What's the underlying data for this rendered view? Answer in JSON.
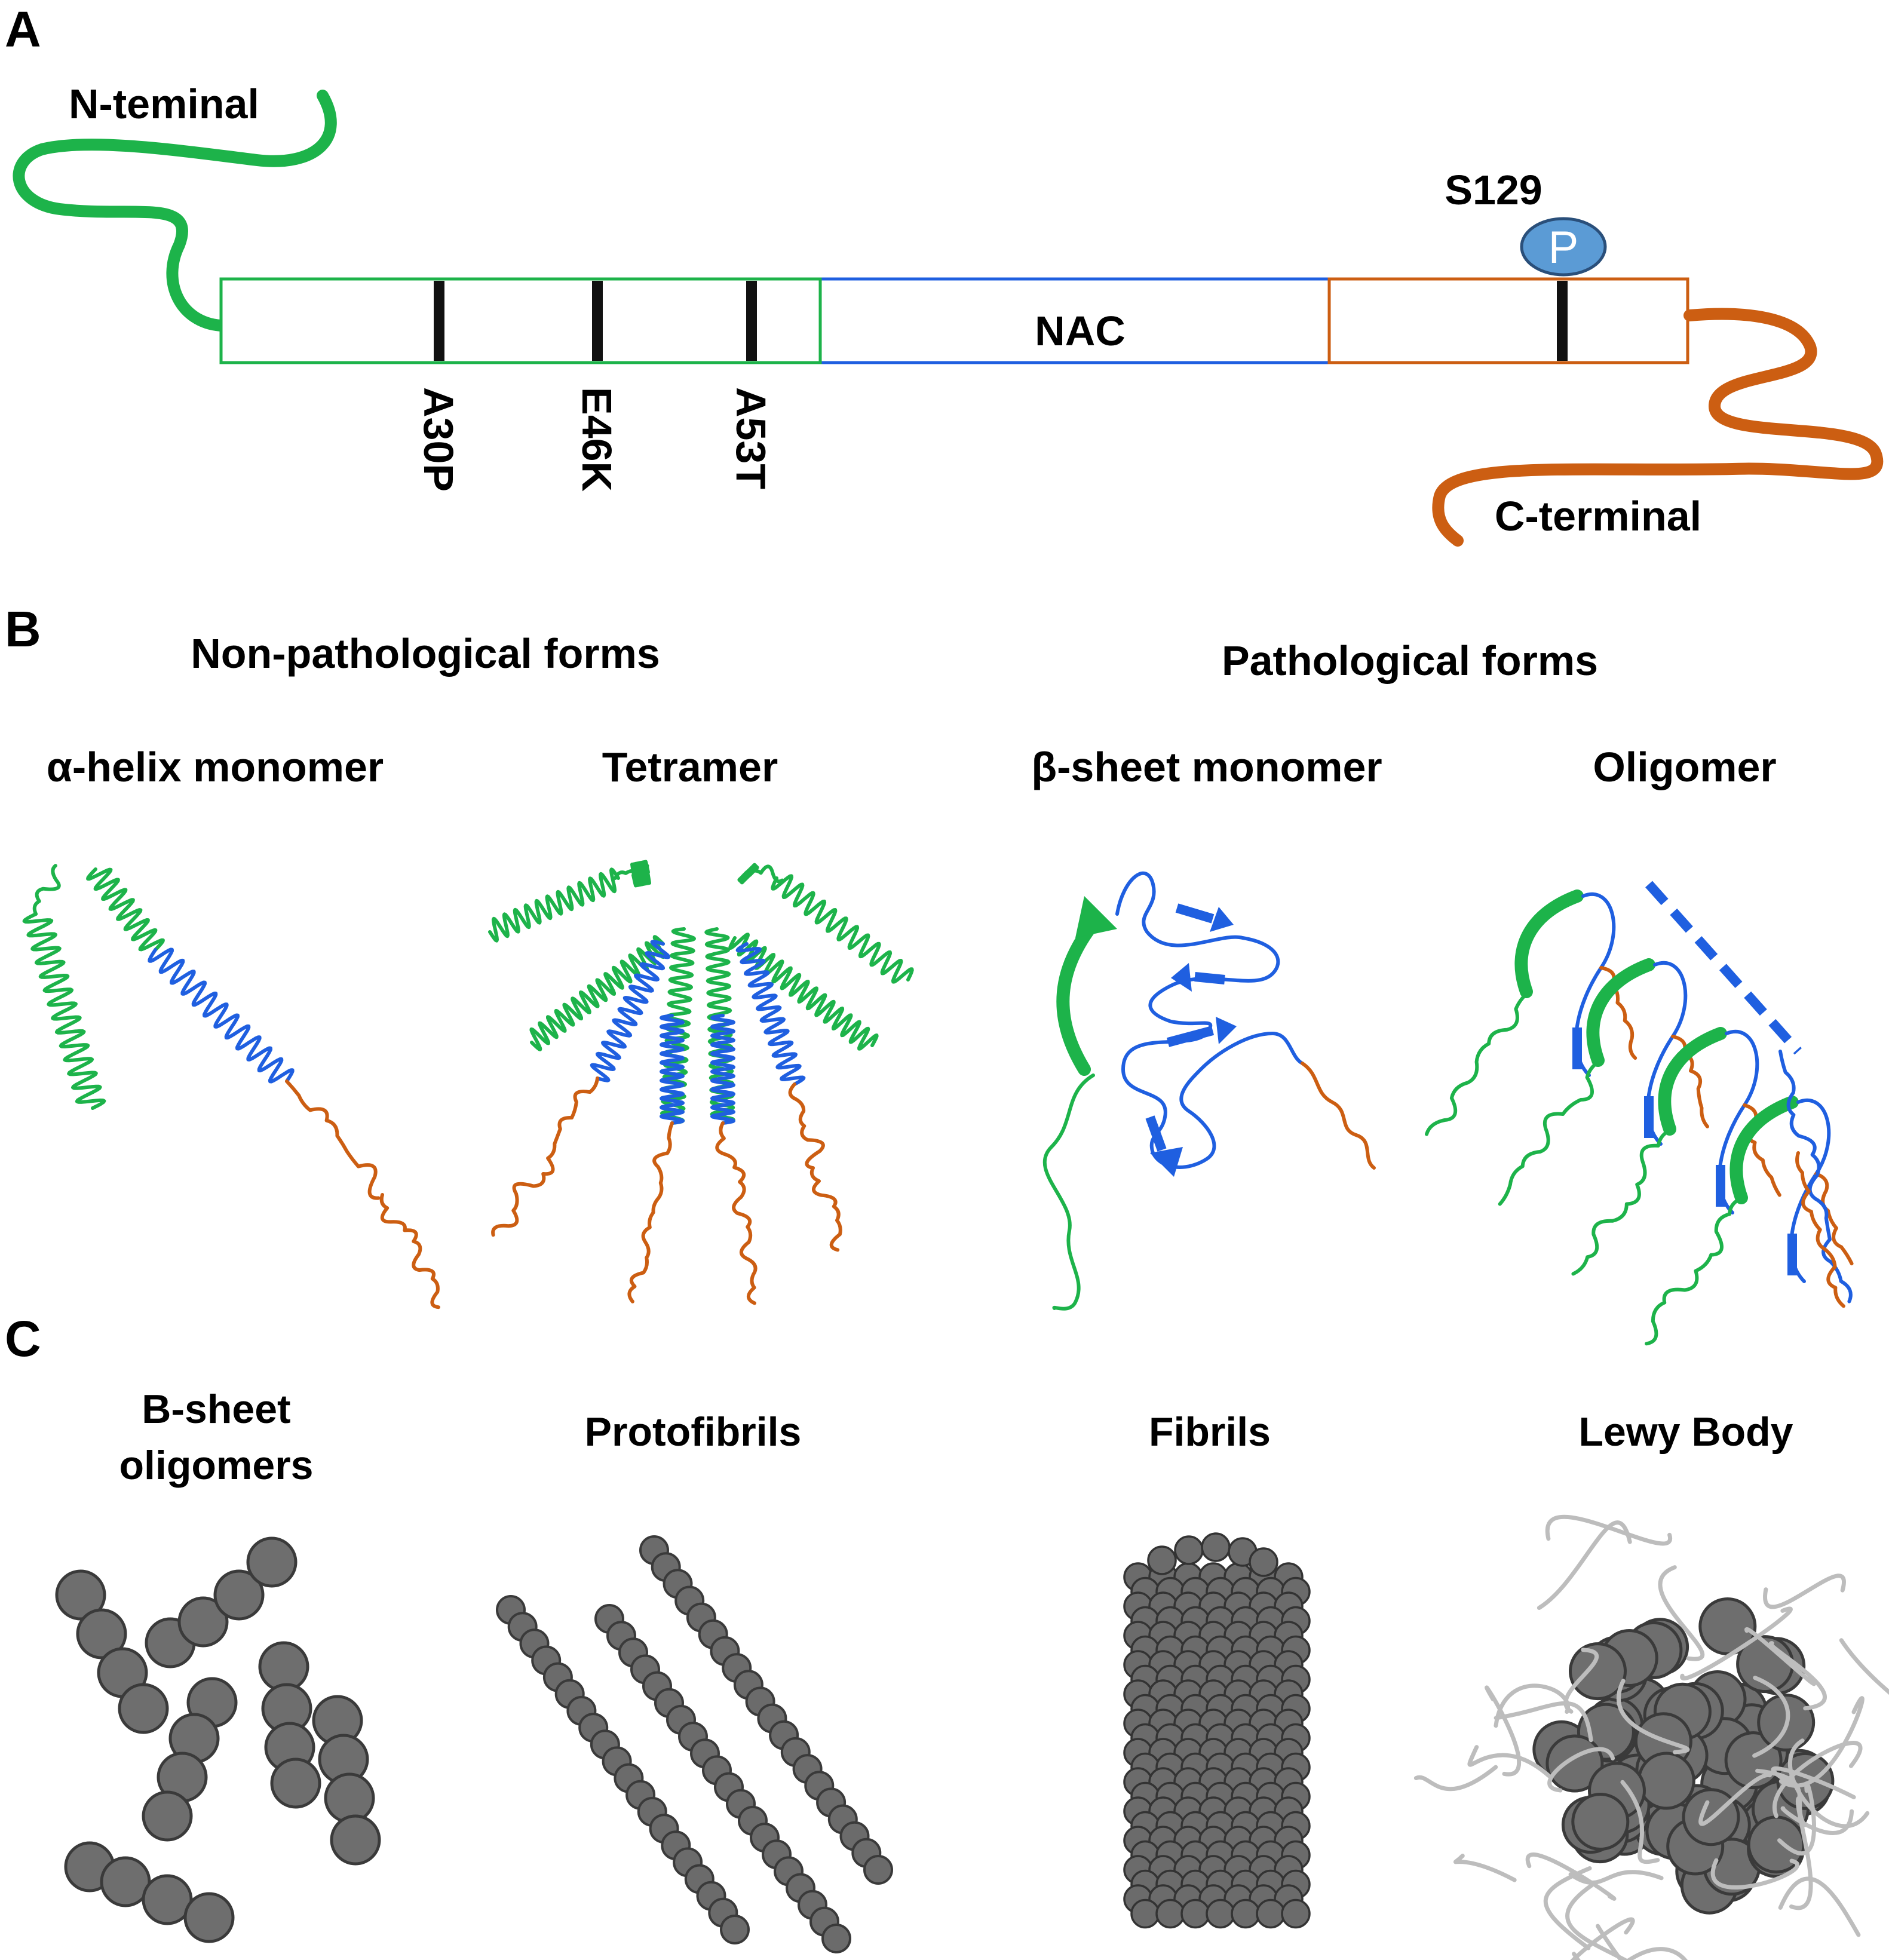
{
  "panels": {
    "a": "A",
    "b": "B",
    "c": "C"
  },
  "panel_a": {
    "n_term": "N-teminal",
    "c_term": "C-terminal",
    "nac": "NAC",
    "site": "S129",
    "phospho": "P",
    "mutations": [
      "A30P",
      "E46K",
      "A53T"
    ]
  },
  "panel_b": {
    "nonpath": "Non-pathological forms",
    "path": "Pathological forms",
    "forms": [
      "α-helix monomer",
      "Tetramer",
      "β-sheet monomer",
      "Oligomer"
    ]
  },
  "panel_c": {
    "stages": [
      "B-sheet",
      "oligomers",
      "Protofibrils",
      "Fibrils",
      "Lewy Body"
    ]
  },
  "colors": {
    "n_terminal": "#1db34a",
    "nac": "#1f5fe0",
    "c_terminal": "#cc5e12",
    "phospho": "#5b9bd5",
    "bead": "#6e6e6e",
    "lewy_filaments": "#bdbdbd"
  },
  "icons": [
    "phospho-badge",
    "protein-coil",
    "bead-aggregate"
  ]
}
